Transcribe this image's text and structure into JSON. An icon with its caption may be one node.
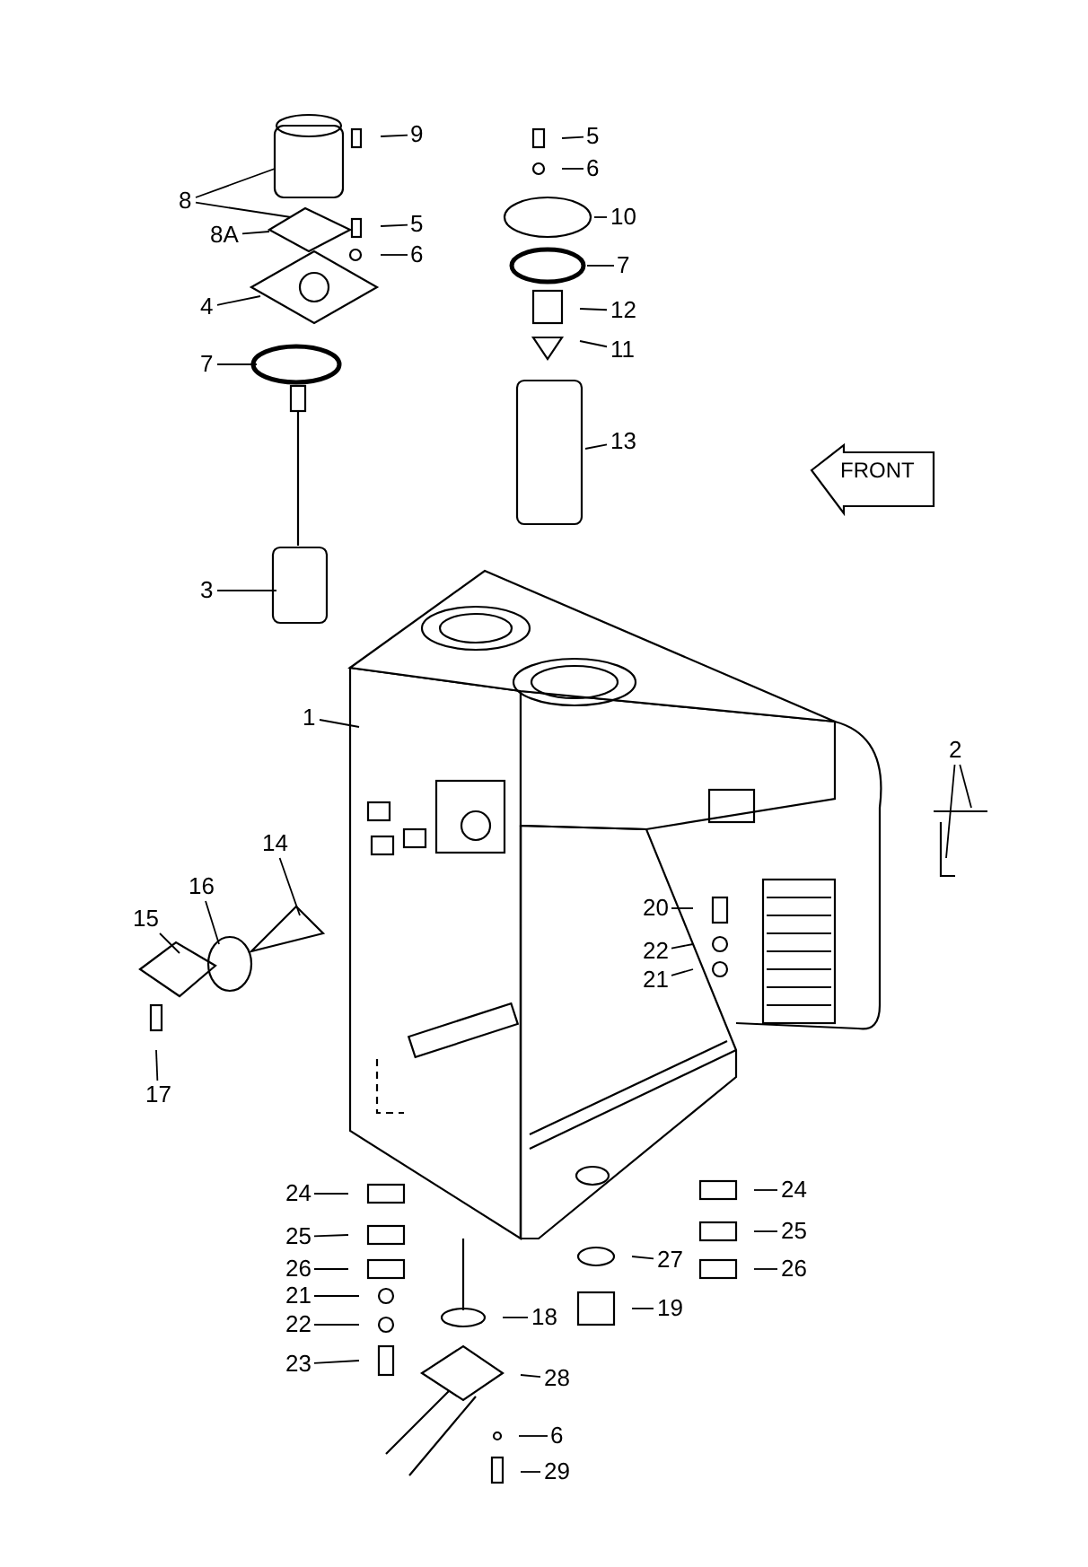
{
  "diagram": {
    "nodes": [
      {
        "text": [
          "9"
        ]
      },
      {
        "text": [
          "5"
        ]
      },
      {
        "text": [
          "6"
        ]
      },
      {
        "text": [
          "8"
        ]
      },
      {
        "text": [
          "10"
        ]
      },
      {
        "text": [
          "5"
        ]
      },
      {
        "text": [
          "8A"
        ]
      },
      {
        "text": [
          "6"
        ]
      },
      {
        "text": [
          "7"
        ]
      },
      {
        "text": [
          "4"
        ]
      },
      {
        "text": [
          "12"
        ]
      },
      {
        "text": [
          "11"
        ]
      },
      {
        "text": [
          "7"
        ]
      },
      {
        "text": [
          "13"
        ]
      },
      {
        "text": [
          "3"
        ]
      },
      {
        "text": [
          "1"
        ]
      },
      {
        "text": [
          "2"
        ]
      },
      {
        "text": [
          "14"
        ]
      },
      {
        "text": [
          "16"
        ]
      },
      {
        "text": [
          "20"
        ]
      },
      {
        "text": [
          "15"
        ]
      },
      {
        "text": [
          "22"
        ]
      },
      {
        "text": [
          "21"
        ]
      },
      {
        "text": [
          "17"
        ]
      },
      {
        "text": [
          "24"
        ]
      },
      {
        "text": [
          "24"
        ]
      },
      {
        "text": [
          "25"
        ]
      },
      {
        "text": [
          "25"
        ]
      },
      {
        "text": [
          "27"
        ]
      },
      {
        "text": [
          "26"
        ]
      },
      {
        "text": [
          "26"
        ]
      },
      {
        "text": [
          "21"
        ]
      },
      {
        "text": [
          "19"
        ]
      },
      {
        "text": [
          "18"
        ]
      },
      {
        "text": [
          "22"
        ]
      },
      {
        "text": [
          "23"
        ]
      },
      {
        "text": [
          "28"
        ]
      },
      {
        "text": [
          "6"
        ]
      },
      {
        "text": [
          "29"
        ]
      }
    ],
    "edges": [
      {
        "from": 0,
        "to": null,
        "arrow": "none"
      },
      {
        "from": 1,
        "to": null,
        "arrow": "none"
      },
      {
        "from": 2,
        "to": null,
        "arrow": "none"
      },
      {
        "from": 3,
        "to": null,
        "arrow": "none"
      },
      {
        "from": 3,
        "to": null,
        "arrow": "none"
      },
      {
        "from": 4,
        "to": null,
        "arrow": "none"
      },
      {
        "from": 5,
        "to": null,
        "arrow": "none"
      },
      {
        "from": 6,
        "to": null,
        "arrow": "none"
      },
      {
        "from": 7,
        "to": null,
        "arrow": "none"
      },
      {
        "from": 8,
        "to": null,
        "arrow": "none"
      },
      {
        "from": 9,
        "to": null,
        "arrow": "none"
      },
      {
        "from": 10,
        "to": null,
        "arrow": "none"
      },
      {
        "from": 11,
        "to": null,
        "arrow": "none"
      },
      {
        "from": 12,
        "to": null,
        "arrow": "none"
      },
      {
        "from": 13,
        "to": null,
        "arrow": "none"
      },
      {
        "from": 14,
        "to": null,
        "arrow": "none"
      },
      {
        "from": 15,
        "to": null,
        "arrow": "none"
      },
      {
        "from": 16,
        "to": null,
        "arrow": "none"
      },
      {
        "from": 16,
        "to": null,
        "arrow": "none"
      },
      {
        "from": 17,
        "to": null,
        "arrow": "none"
      },
      {
        "from": 18,
        "to": null,
        "arrow": "none"
      },
      {
        "from": 19,
        "to": null,
        "arrow": "none"
      },
      {
        "from": 20,
        "to": null,
        "arrow": "none"
      },
      {
        "from": 21,
        "to": null,
        "arrow": "none"
      },
      {
        "from": 22,
        "to": null,
        "arrow": "none"
      },
      {
        "from": 23,
        "to": null,
        "arrow": "none"
      },
      {
        "from": 24,
        "to": null,
        "arrow": "none"
      },
      {
        "from": 25,
        "to": null,
        "arrow": "none"
      },
      {
        "from": 26,
        "to": null,
        "arrow": "none"
      },
      {
        "from": 27,
        "to": null,
        "arrow": "none"
      },
      {
        "from": 28,
        "to": null,
        "arrow": "none"
      },
      {
        "from": 29,
        "to": null,
        "arrow": "none"
      },
      {
        "from": 30,
        "to": null,
        "arrow": "none"
      },
      {
        "from": 31,
        "to": null,
        "arrow": "none"
      },
      {
        "from": 32,
        "to": null,
        "arrow": "none"
      },
      {
        "from": 33,
        "to": null,
        "arrow": "none"
      },
      {
        "from": 34,
        "to": null,
        "arrow": "none"
      },
      {
        "from": 35,
        "to": null,
        "arrow": "none"
      },
      {
        "from": 36,
        "to": null,
        "arrow": "none"
      },
      {
        "from": 37,
        "to": null,
        "arrow": "none"
      },
      {
        "from": 38,
        "to": null,
        "arrow": "none"
      }
    ],
    "labels": [
      "FRONT"
    ]
  }
}
